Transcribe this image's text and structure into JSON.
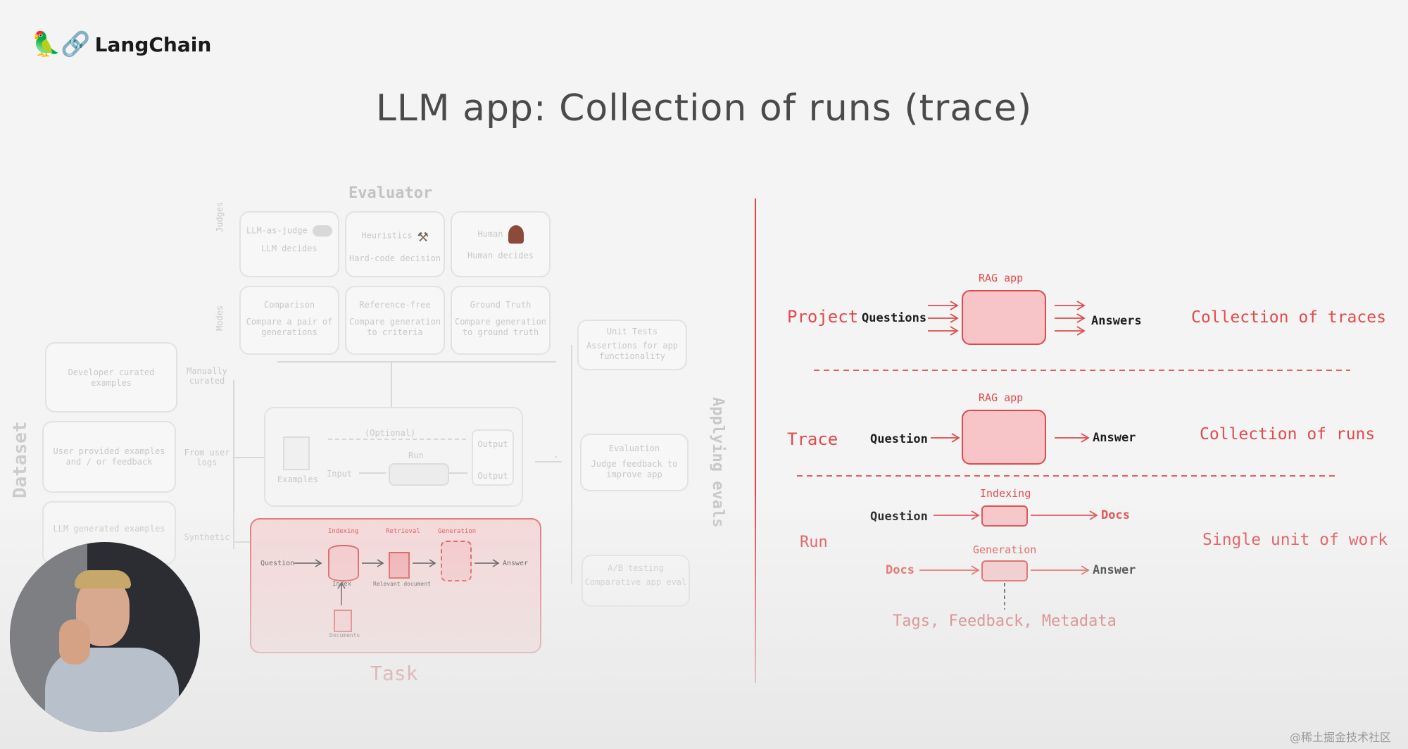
{
  "brand": {
    "logo_glyphs": "🦜🔗",
    "name": "LangChain"
  },
  "slide": {
    "title": "LLM app: Collection of runs (trace)"
  },
  "left_diagram": {
    "evaluator_title": "Evaluator",
    "judges_label": "Judges",
    "modes_label": "Modes",
    "judges": [
      {
        "title": "LLM-as-judge",
        "desc": "LLM decides",
        "icon": "brain-icon"
      },
      {
        "title": "Heuristics",
        "desc": "Hard-code decision",
        "icon": "tools-icon"
      },
      {
        "title": "Human",
        "desc": "Human decides",
        "icon": "person-icon"
      }
    ],
    "modes": [
      {
        "title": "Comparison",
        "desc": "Compare a pair of generations"
      },
      {
        "title": "Reference-free",
        "desc": "Compare generation to criteria"
      },
      {
        "title": "Ground Truth",
        "desc": "Compare generation to ground truth"
      }
    ],
    "dataset_title": "Dataset",
    "dataset_sources": [
      {
        "box": "Developer curated examples",
        "label": "Manually curated"
      },
      {
        "box": "User provided examples and / or feedback",
        "label": "From user logs"
      },
      {
        "box": "LLM generated examples",
        "label": "Synthetic"
      }
    ],
    "examples_panel": {
      "optional": "(Optional)",
      "output_top": "Output",
      "output_bottom": "Output",
      "run": "Run",
      "input": "Input",
      "examples": "Examples"
    },
    "applying_evals_title": "Applying evals",
    "applying": [
      {
        "title": "Unit Tests",
        "desc": "Assertions for app functionality"
      },
      {
        "title": "Evaluation",
        "desc": "Judge feedback to improve app"
      },
      {
        "title": "A/B testing",
        "desc": "Comparative app eval"
      }
    ],
    "task": {
      "title": "Task",
      "question": "Question",
      "indexing": "Indexing",
      "index": "Index",
      "retrieval": "Retrieval",
      "relevant": "Relevant document",
      "generation": "Generation",
      "answer": "Answer",
      "documents": "Documents"
    }
  },
  "right_diagram": {
    "project": {
      "label": "Project",
      "input": "Questions",
      "box_title": "RAG app",
      "output": "Answers",
      "desc": "Collection of traces"
    },
    "trace": {
      "label": "Trace",
      "input": "Question",
      "box_title": "RAG app",
      "output": "Answer",
      "desc": "Collection of runs"
    },
    "run": {
      "label": "Run",
      "row1": {
        "input": "Question",
        "box_title": "Indexing",
        "output": "Docs"
      },
      "row2": {
        "input": "Docs",
        "box_title": "Generation",
        "output": "Answer"
      },
      "meta": "Tags, Feedback, Metadata",
      "desc": "Single unit of work"
    }
  },
  "watermark": "@稀土掘金技术社区",
  "colors": {
    "accent": "#e04b4b",
    "box_fill": "#f7c5c8",
    "text": "#1e1e1e"
  }
}
